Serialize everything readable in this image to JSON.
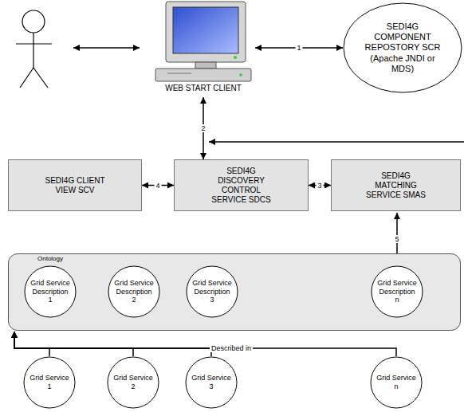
{
  "diagram": {
    "nodes": [
      {
        "text": [
          "WEB START CLIENT"
        ]
      },
      {
        "text": [
          "SEDI4G COMPONENT REPOSTORY SCR (Apache JNDI or MDS)"
        ]
      },
      {
        "text": [
          "SEDI4G CLIENT VIEW SCV"
        ]
      },
      {
        "text": [
          "SEDI4G DISCOVERY CONTROL SERVICE SDCS"
        ]
      },
      {
        "text": [
          "SEDI4G MATCHING SERVICE SMAS"
        ]
      },
      {
        "text": [
          "Ontology"
        ]
      },
      {
        "text": [
          "Grid Service Description 1"
        ],
        "in": 5
      },
      {
        "text": [
          "Grid Service Description 2"
        ],
        "in": 5
      },
      {
        "text": [
          "Grid Service Description 3"
        ],
        "in": 5
      },
      {
        "text": [
          "Grid Service Description n"
        ],
        "in": 5
      },
      {
        "text": [
          "Grid Service 1"
        ]
      },
      {
        "text": [
          "Grid Service 2"
        ]
      },
      {
        "text": [
          "Grid Service 3"
        ]
      },
      {
        "text": [
          "Grid Service n"
        ]
      }
    ],
    "edges": [
      {
        "from": 0,
        "to": 1,
        "arrow": "both",
        "label": "1"
      },
      {
        "from": 0,
        "to": 3,
        "arrow": "both",
        "label": "2"
      },
      {
        "from": 3,
        "to": 4,
        "arrow": "both",
        "label": "3"
      },
      {
        "from": 2,
        "to": 3,
        "arrow": "both",
        "label": "4"
      },
      {
        "from": 4,
        "to": 9,
        "arrow": "both",
        "label": "5"
      },
      {
        "from": 10,
        "to": 5,
        "arrow": "to",
        "label": "Described in"
      },
      {
        "from": 11,
        "to": 5,
        "arrow": "to"
      },
      {
        "from": 12,
        "to": 5,
        "arrow": "to"
      },
      {
        "from": 13,
        "to": 5,
        "arrow": "to"
      }
    ]
  }
}
